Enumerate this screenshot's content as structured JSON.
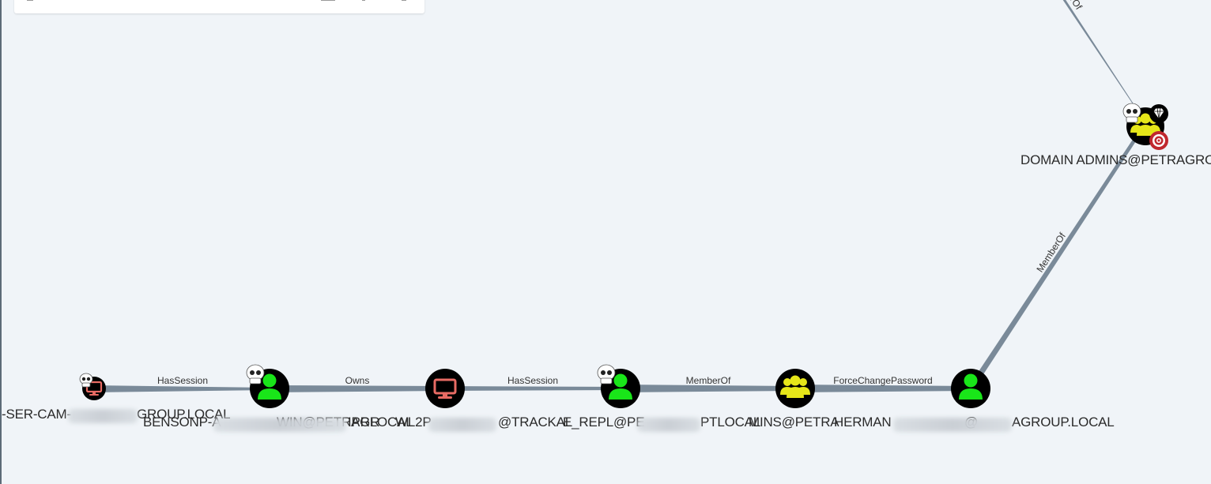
{
  "edges": [
    {
      "label": "HasSession"
    },
    {
      "label": "Owns"
    },
    {
      "label": "HasSession"
    },
    {
      "label": "MemberOf"
    },
    {
      "label": "ForceChangePassword"
    },
    {
      "label": "MemberOf"
    },
    {
      "label": "rOf"
    }
  ],
  "nodes": [
    {
      "label": "-SER-CAM-",
      "label2": "GROUP.LOCAL",
      "type": "computer",
      "badges": [
        "skull-icon"
      ]
    },
    {
      "label": "BENSONP-A",
      "label2": "WIN@PETRAGR",
      "label3": "IPRLOCAL",
      "type": "user",
      "badges": [
        "skull-icon"
      ]
    },
    {
      "label": "WL2P",
      "label2": "@TRACKAL",
      "type": "computer",
      "badges": []
    },
    {
      "label": "E_REPL@PE",
      "label2": "PTLOCAL",
      "type": "user",
      "badges": [
        "skull-icon"
      ]
    },
    {
      "label": "MINS@PETRA",
      "label2": "HERMAN",
      "type": "group",
      "badges": []
    },
    {
      "label": "@",
      "label2": "AGROUP.LOCAL",
      "type": "user",
      "badges": []
    },
    {
      "label": "DOMAIN ADMINS@PETRAGRO",
      "type": "group",
      "badges": [
        "skull-icon",
        "gem-icon",
        "target-icon"
      ]
    }
  ],
  "colors": {
    "background": "#f0f4f8",
    "edge": "#7a8a99",
    "node_fill": "#000000",
    "user_icon": "#19e619",
    "group_icon": "#e6e619",
    "computer_icon": "#e86b64",
    "target_icon": "#c0282e"
  }
}
